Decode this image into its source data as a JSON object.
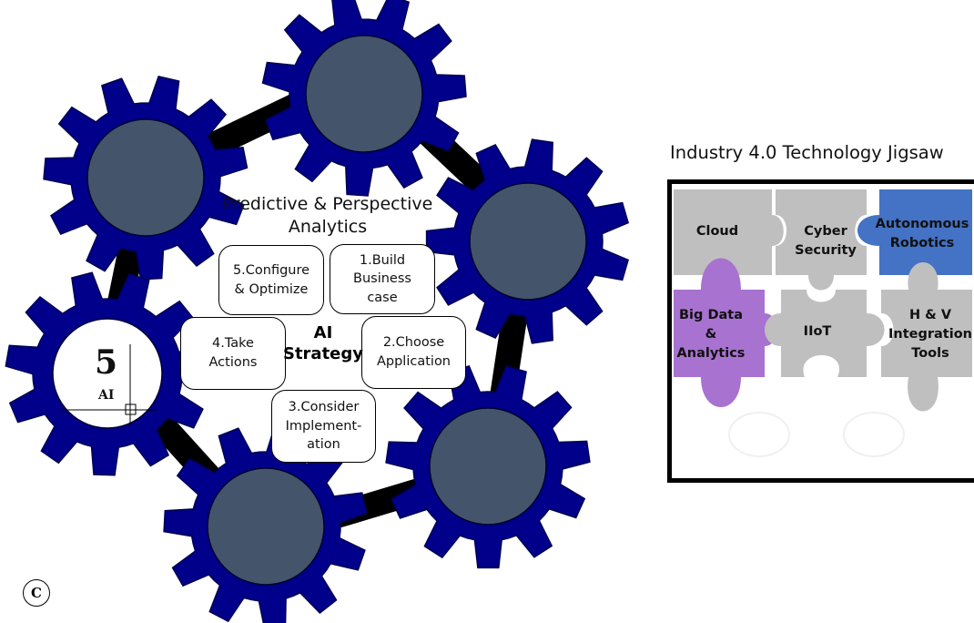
{
  "gear_cycle": {
    "title": "Predictive & Perspective\nAnalytics",
    "center_label": "AI\nStrategy",
    "steps": [
      {
        "label": "1.Build\nBusiness\ncase"
      },
      {
        "label": "2.Choose\nApplication"
      },
      {
        "label": "3.Consider\nImplement-\nation"
      },
      {
        "label": "4.Take\nActions"
      },
      {
        "label": "5.Configure\n& Optimize"
      }
    ],
    "center_gear": {
      "number": "5",
      "text": "AI"
    },
    "colors": {
      "gear": "#00008b",
      "hub": "#44546a",
      "ring": "#000000"
    }
  },
  "panel_label": "C",
  "jigsaw": {
    "title": "Industry 4.0 Technology Jigsaw",
    "pieces": [
      {
        "label": "Cloud",
        "color": "#bfbfbf"
      },
      {
        "label": "Cyber\nSecurity",
        "color": "#bfbfbf"
      },
      {
        "label": "Autonomous\nRobotics",
        "color": "#4472c4"
      },
      {
        "label": "Big Data\n&\nAnalytics",
        "color": "#a872d0"
      },
      {
        "label": "IIoT",
        "color": "#bfbfbf"
      },
      {
        "label": "H & V\nIntegration\nTools",
        "color": "#bfbfbf"
      }
    ]
  }
}
